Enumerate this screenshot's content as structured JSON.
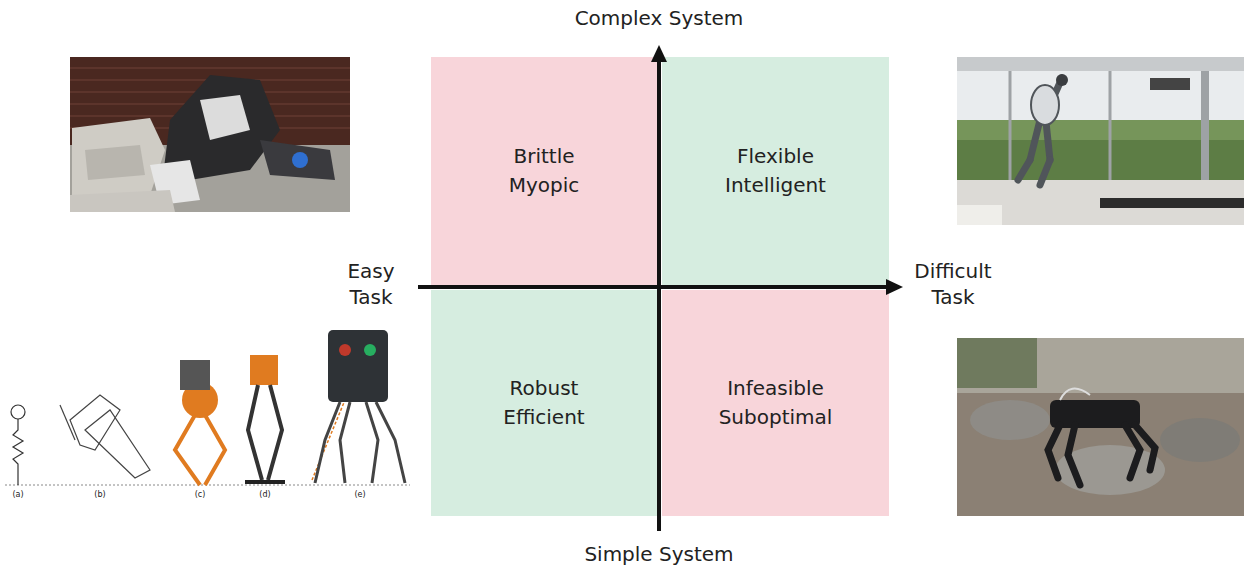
{
  "diagram": {
    "nodes": [
      {
        "text": [
          "Brittle Myopic"
        ]
      },
      {
        "text": [
          "Flexible Intelligent"
        ]
      },
      {
        "text": [
          "Robust Efficient"
        ]
      },
      {
        "text": [
          "Infeasible Suboptimal"
        ]
      }
    ],
    "labels": [
      "Complex System",
      "Easy Task",
      "Difficult Task",
      "Simple System",
      "(a)",
      "(b)",
      "(c)",
      "(d)",
      "(e)"
    ]
  }
}
